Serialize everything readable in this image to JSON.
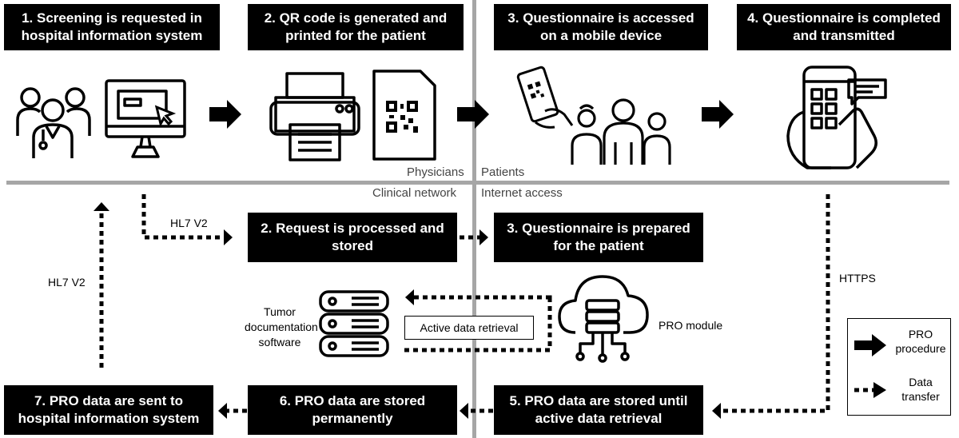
{
  "top_steps": [
    {
      "label": "1. Screening is requested in hospital information system"
    },
    {
      "label": "2. QR code is generated and printed for the patient"
    },
    {
      "label": "3. Questionnaire is accessed on a mobile device"
    },
    {
      "label": "4. Questionnaire is completed and transmitted"
    }
  ],
  "middle_steps": [
    {
      "label": "2. Request is processed and stored"
    },
    {
      "label": "3. Questionnaire is prepared for the patient"
    }
  ],
  "bottom_steps": [
    {
      "label": "7. PRO data are sent to hospital information system"
    },
    {
      "label": "6. PRO data are stored permanently"
    },
    {
      "label": "5. PRO data are stored until active data retrieval"
    }
  ],
  "zones": {
    "physicians": "Physicians",
    "patients": "Patients",
    "clinical_network": "Clinical network",
    "internet_access": "Internet access"
  },
  "connections": {
    "hl7_top": "HL7 V2",
    "hl7_left": "HL7 V2",
    "https": "HTTPS",
    "active_retrieval": "Active data retrieval"
  },
  "systems": {
    "tumor_doc": "Tumor documentation software",
    "pro_module": "PRO module"
  },
  "legend": {
    "procedure": "PRO procedure",
    "transfer": "Data transfer"
  },
  "colors": {
    "box": "#000000",
    "separator": "#a6a6a6"
  }
}
